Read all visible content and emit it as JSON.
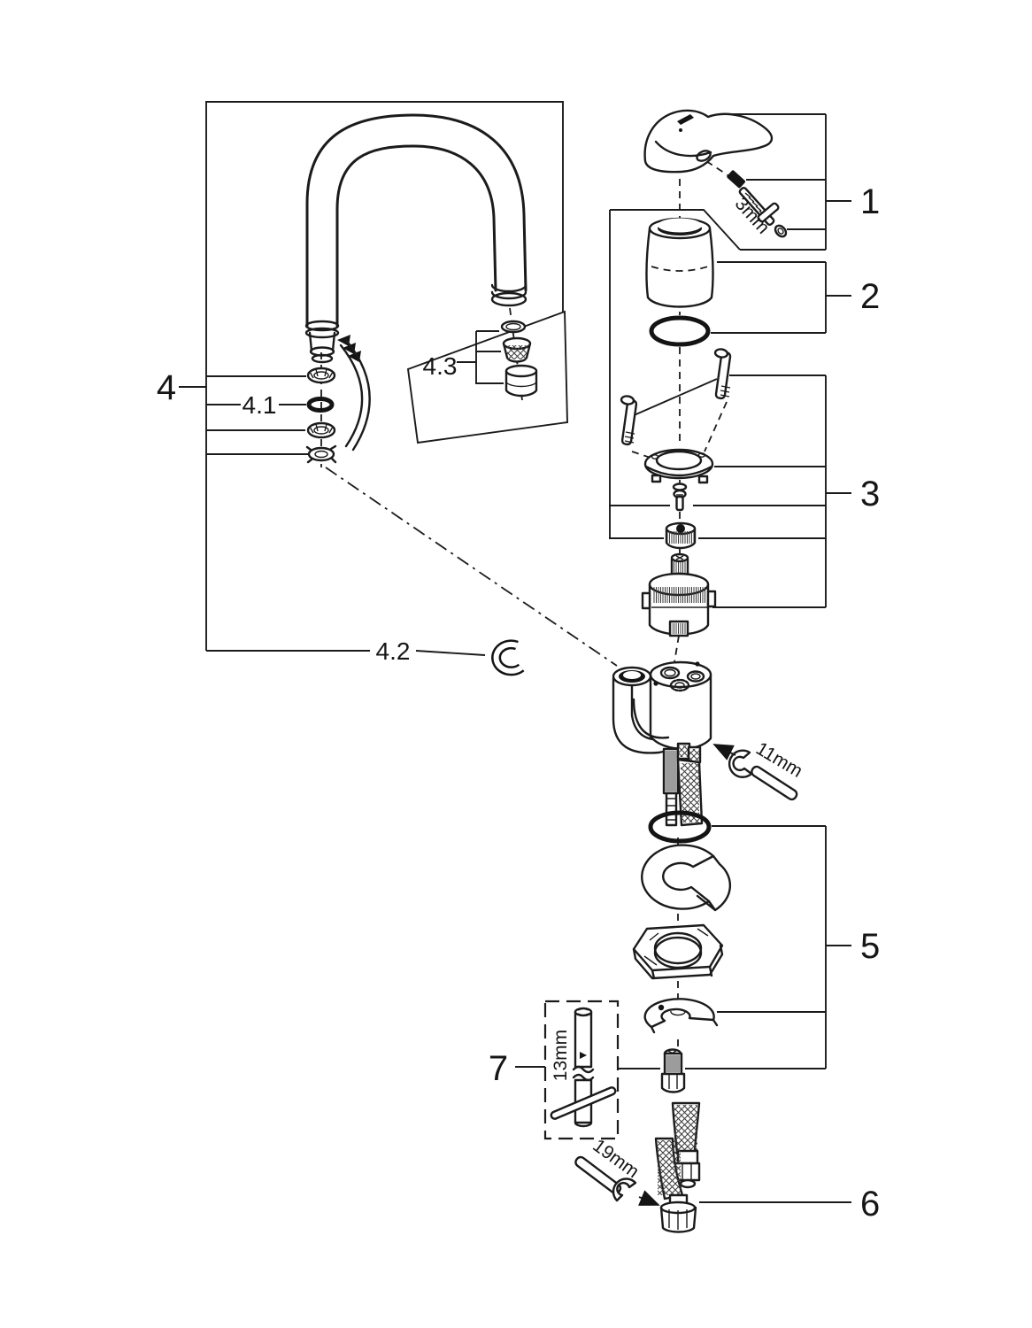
{
  "page": {
    "background": "#ffffff",
    "ink": "#1b1b1b"
  },
  "callouts": {
    "c1": "1",
    "c2": "2",
    "c3": "3",
    "c4": "4",
    "c41": "4.1",
    "c42": "4.2",
    "c43": "4.3",
    "c5": "5",
    "c6": "6",
    "c7": "7"
  },
  "tools": {
    "hex_key": "3mm",
    "body_wrench": "11mm",
    "socket_tool": "13mm",
    "hose_wrench": "19mm"
  },
  "icons": {
    "hex-key-icon": "allen key",
    "open-end-wrench-icon": "spanner",
    "socket-wrench-icon": "tube socket with tommy bar",
    "direction-arrow-icon": "solid arrow",
    "insert-chevrons-icon": "triple chevron"
  }
}
